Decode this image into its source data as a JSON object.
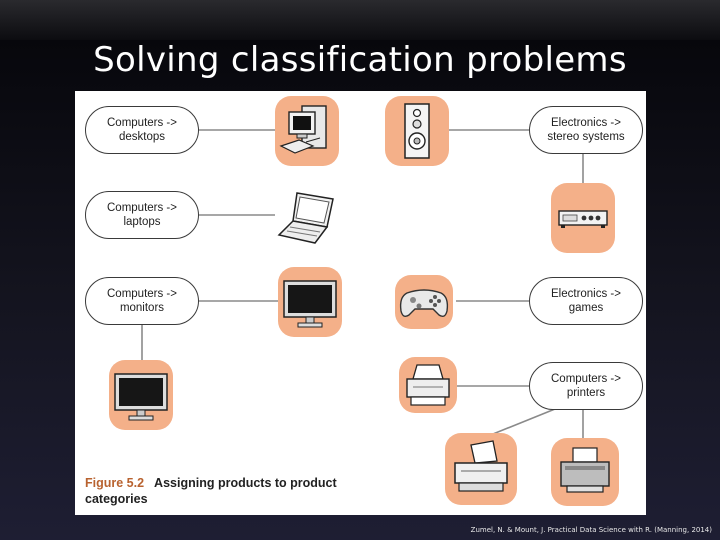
{
  "slide": {
    "title": "Solving classification problems",
    "credit": "Zumel, N. & Mount, J. Practical Data Science with R. (Manning, 2014)"
  },
  "figure": {
    "caption_label": "Figure 5.2",
    "caption_text": "Assigning products to product categories",
    "categories": [
      {
        "label": "Computers ->\ndesktops"
      },
      {
        "label": "Computers ->\nlaptops"
      },
      {
        "label": "Computers ->\nmonitors"
      },
      {
        "label": "Electronics ->\nstereo systems"
      },
      {
        "label": "Electronics ->\ngames"
      },
      {
        "label": "Computers ->\nprinters"
      }
    ],
    "products": [
      {
        "icon": "desktop-computer-icon"
      },
      {
        "icon": "laptop-icon"
      },
      {
        "icon": "monitor-icon"
      },
      {
        "icon": "monitor-icon"
      },
      {
        "icon": "speaker-icon"
      },
      {
        "icon": "stereo-receiver-icon"
      },
      {
        "icon": "game-controller-icon"
      },
      {
        "icon": "printer-icon"
      },
      {
        "icon": "printer-icon"
      },
      {
        "icon": "printer-icon"
      }
    ],
    "colors": {
      "tile": "#f4b089",
      "caption_label": "#b8622f",
      "connector": "#8a8a8a"
    }
  }
}
